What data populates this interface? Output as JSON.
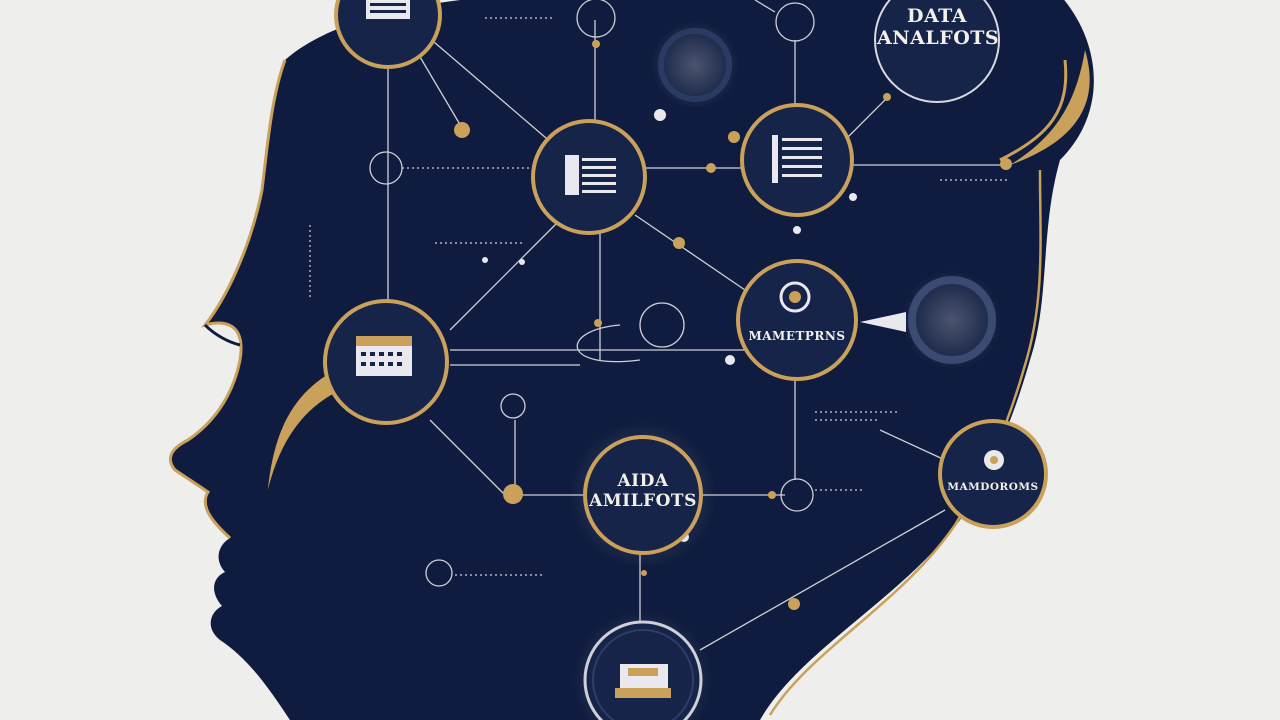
{
  "colors": {
    "background": "#eeeeec",
    "head_fill": "#0f1c3f",
    "gold": "#c9a15a",
    "line": "#cfcfd6",
    "node_fill": "#16244a",
    "label_text": "#f3f0ea"
  },
  "labels": {
    "top_right": {
      "line1": "DATA",
      "line2": "ANALFOTS"
    },
    "center": {
      "line1": "AIDA",
      "line2": "AMILFOTS"
    },
    "right_mid": "MAMETPRNS",
    "far_right": "MAMDOROMS"
  },
  "icons": {
    "top_left": "newspaper-icon",
    "hub_left": "document-list-icon",
    "hub_right": "barcode-list-icon",
    "right_mid": "gear-icon",
    "left_mid": "calendar-icon",
    "far_right": "compass-icon",
    "bottom": "printer-icon"
  }
}
